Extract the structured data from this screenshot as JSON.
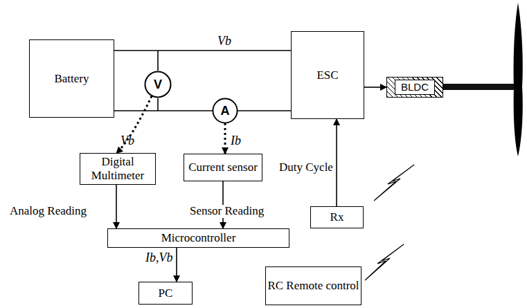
{
  "diagram": {
    "nodes": [
      {
        "text": [
          "Battery"
        ]
      },
      {
        "text": [
          "V"
        ]
      },
      {
        "text": [
          "A"
        ]
      },
      {
        "text": [
          "ESC"
        ]
      },
      {
        "text": [
          "BLDC"
        ]
      },
      {
        "text": [
          "Digital Multimeter"
        ]
      },
      {
        "text": [
          "Current sensor"
        ]
      },
      {
        "text": [
          "Rx"
        ]
      },
      {
        "text": [
          "Microcontroller"
        ]
      },
      {
        "text": [
          "PC"
        ]
      },
      {
        "text": [
          "RC Remote control"
        ]
      }
    ],
    "edges": [
      {
        "from": 0,
        "to": 3,
        "arrow": "none",
        "label": "Vb"
      },
      {
        "from": 0,
        "to": 2,
        "arrow": "none"
      },
      {
        "from": 2,
        "to": 3,
        "arrow": "none"
      },
      {
        "from": 1,
        "to": 5,
        "arrow": "to",
        "label": "Vb"
      },
      {
        "from": 2,
        "to": 6,
        "arrow": "to",
        "label": "Ib"
      },
      {
        "from": 3,
        "to": 4,
        "arrow": "to"
      },
      {
        "from": 7,
        "to": 3,
        "arrow": "to",
        "label": "Duty Cycle"
      },
      {
        "from": 5,
        "to": 8,
        "arrow": "to",
        "label": "Analog Reading"
      },
      {
        "from": 6,
        "to": 8,
        "arrow": "to",
        "label": "Sensor Reading"
      },
      {
        "from": 8,
        "to": 9,
        "arrow": "to",
        "label": "Ib,Vb"
      }
    ]
  }
}
